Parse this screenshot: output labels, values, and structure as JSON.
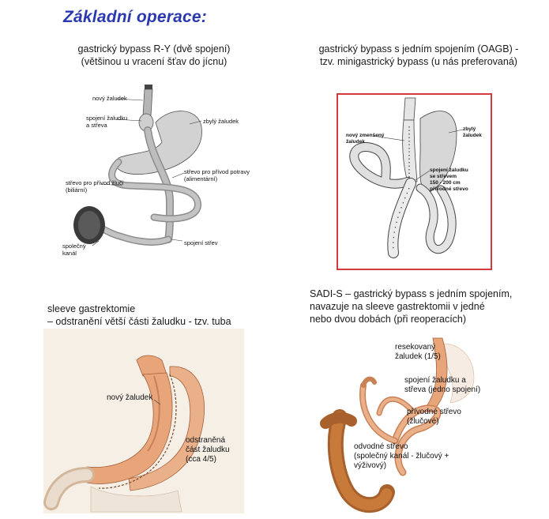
{
  "title": "Základní operace:",
  "rygb": {
    "caption1": "gastrický bypass R-Y (dvě spojení)",
    "caption2": "(většinou u vracení šťav do jícnu)",
    "labels": {
      "novy": "nový žaludek",
      "spojeni1": "spojení žaludku",
      "spojeni2": "a střeva",
      "zbyly": "zbylý žaludek",
      "privod1": "střevo pro přívod potravy",
      "privod2": "(alimentární)",
      "zluc1": "střevo pro přívod žluči",
      "zluc2": "(biliární)",
      "spolecny1": "společný",
      "spolecny2": "kanál",
      "spojeni_strev": "spojení střev"
    }
  },
  "oagb": {
    "caption1": "gastrický bypass s jedním spojením (OAGB) -",
    "caption2": "tzv. minigastrický bypass (u nás preferovaná)",
    "labels": {
      "novy1": "nový zmenšený",
      "novy2": "žaludek",
      "zbyly1": "zbylý",
      "zbyly2": "žaludek",
      "spojeni1": "spojení žaludku",
      "spojeni2": "se střevem",
      "delka": "150 - 200 cm",
      "privodne": "přívodné střevo"
    }
  },
  "sleeve": {
    "caption1": "sleeve gastrektomie",
    "caption2": "– odstranění větší části žaludku - tzv. tuba",
    "labels": {
      "novy": "nový žaludek",
      "odstr1": "odstraněná",
      "odstr2": "část žaludku",
      "odstr3": "(cca 4/5)"
    }
  },
  "sadis": {
    "caption1": "SADI-S – gastrický bypass s jedním spojením,",
    "caption2": "navazuje na sleeve gastrektomii v jedné",
    "caption3": "nebo dvou dobách (při reoperacích)",
    "labels": {
      "resek1": "resekovaný",
      "resek2": "žaludek (1/5)",
      "spoj1": "spojení žaludku a",
      "spoj2": "střeva (jedno spojení)",
      "priv1": "přívodné střevo",
      "priv2": "(žlučové)",
      "odv1": "odvodné střevo",
      "odv2": "(společný kanál - žlučový +",
      "odv3": "výživový)"
    }
  },
  "colors": {
    "title": "#2a39b0",
    "oagb_frame": "#d43a3a",
    "organ_gray": "#c9c9c9",
    "organ_peach": "#e8a57a",
    "colon": "#c77a3a"
  }
}
